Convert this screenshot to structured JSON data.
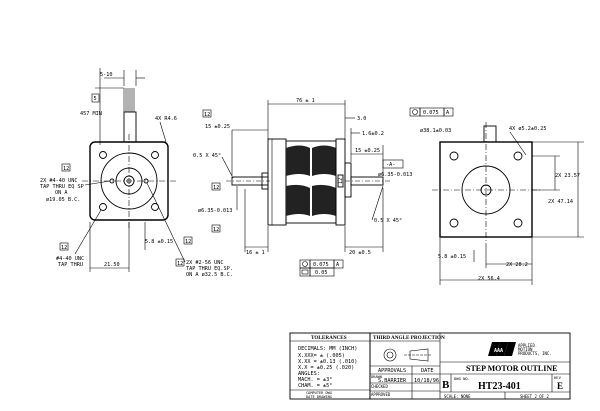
{
  "front_view": {
    "dim_lead_spacing": "5-10",
    "dim_lead_length": "457 MIN",
    "tag_lead": "5",
    "corner_radius": "4X R4.6",
    "note_holes_1": "2X #4-40 UNC",
    "note_holes_2": "TAP THRU EQ SP",
    "note_holes_3": "ON A",
    "note_holes_4": "ø19.05 B.C.",
    "note_tap_1": "#4-40 UNC",
    "note_tap_2": "TAP THRU",
    "dim_offset": "21.50",
    "dim_center": "5.8 ±0.15",
    "note_bc_1": "2X #2-56 UNC",
    "note_bc_2": "TAP THRU EQ.SP.",
    "note_bc_3": "ON A ø32.5 B.C.",
    "tags": [
      "12",
      "12",
      "12",
      "12"
    ]
  },
  "side_view": {
    "dim_length": "76 ± 1",
    "dim_shaft_left": "15 ±0.25",
    "dim_chamfer_left": "0.5 X 45°",
    "dim_dia_left": "ø6.35-0.013",
    "dim_bottom_left": "16 ± 1",
    "dim_right_top": "3.0",
    "dim_pilot": "1.6±0.2",
    "dim_shaft_right": "15 ±0.25",
    "datum": "-A-",
    "dim_dia_right": "ø6.35-0.013",
    "dim_chamfer_right": "0.5 X 45°",
    "dim_bottom_right": "20 ±0.5",
    "tol_frame_1": "0.075",
    "tol_frame_1_ref": "A",
    "tol_frame_2": "0.05",
    "tags": [
      "12",
      "12",
      "12",
      "12"
    ],
    "label_shaft": "12"
  },
  "rear_view": {
    "tol_frame": "0.075",
    "tol_ref": "A",
    "dim_pilot": "ø38.1±0.03",
    "holes": "4X ø5.2±0.25",
    "dim_hole_spacing": "2X 23.57",
    "dim_width_v": "2X 47.14",
    "dim_center": "5.8 ±0.15",
    "dim_half": "2X 28.2",
    "dim_width_h": "2X 56.4"
  },
  "title_block": {
    "tolerances_title": "TOLERANCES",
    "tol_header": "DECIMALS: MM   (INCH)",
    "tol_rows": [
      "X.XXX= ±          (.005)",
      "X.XX = ±0.13  (.010)",
      "X.X  = ±0.25  (.020)"
    ],
    "angles_label": "ANGLES:",
    "angle_rows": [
      "MACH. = ±3°",
      "CHAM. = ±5°"
    ],
    "footer_1": "COMPUTER DWG",
    "footer_2": "DATE DRAWING",
    "projection_title": "THIRD ANGLE PROJECTION",
    "approvals_label": "APPROVALS",
    "date_label": "DATE",
    "drawn_label": "DRAWN",
    "drawn_name": "S.BARRIER",
    "drawn_date": "10/18/96",
    "checked_label": "CHECKED",
    "approved_label": "APPROVED",
    "company_logo": "AAA",
    "company_1": "APPLIED",
    "company_2": "MOTION",
    "company_3": "PRODUCTS, INC.",
    "drawing_title": "STEP MOTOR OUTLINE",
    "size": "B",
    "dwg_no_label": "DWG NO.",
    "dwg_no": "HT23-401",
    "rev_label": "REV",
    "rev": "E",
    "scale_label": "SCALE: NONE",
    "sheet_label": "SHEET 2 OF 2"
  }
}
